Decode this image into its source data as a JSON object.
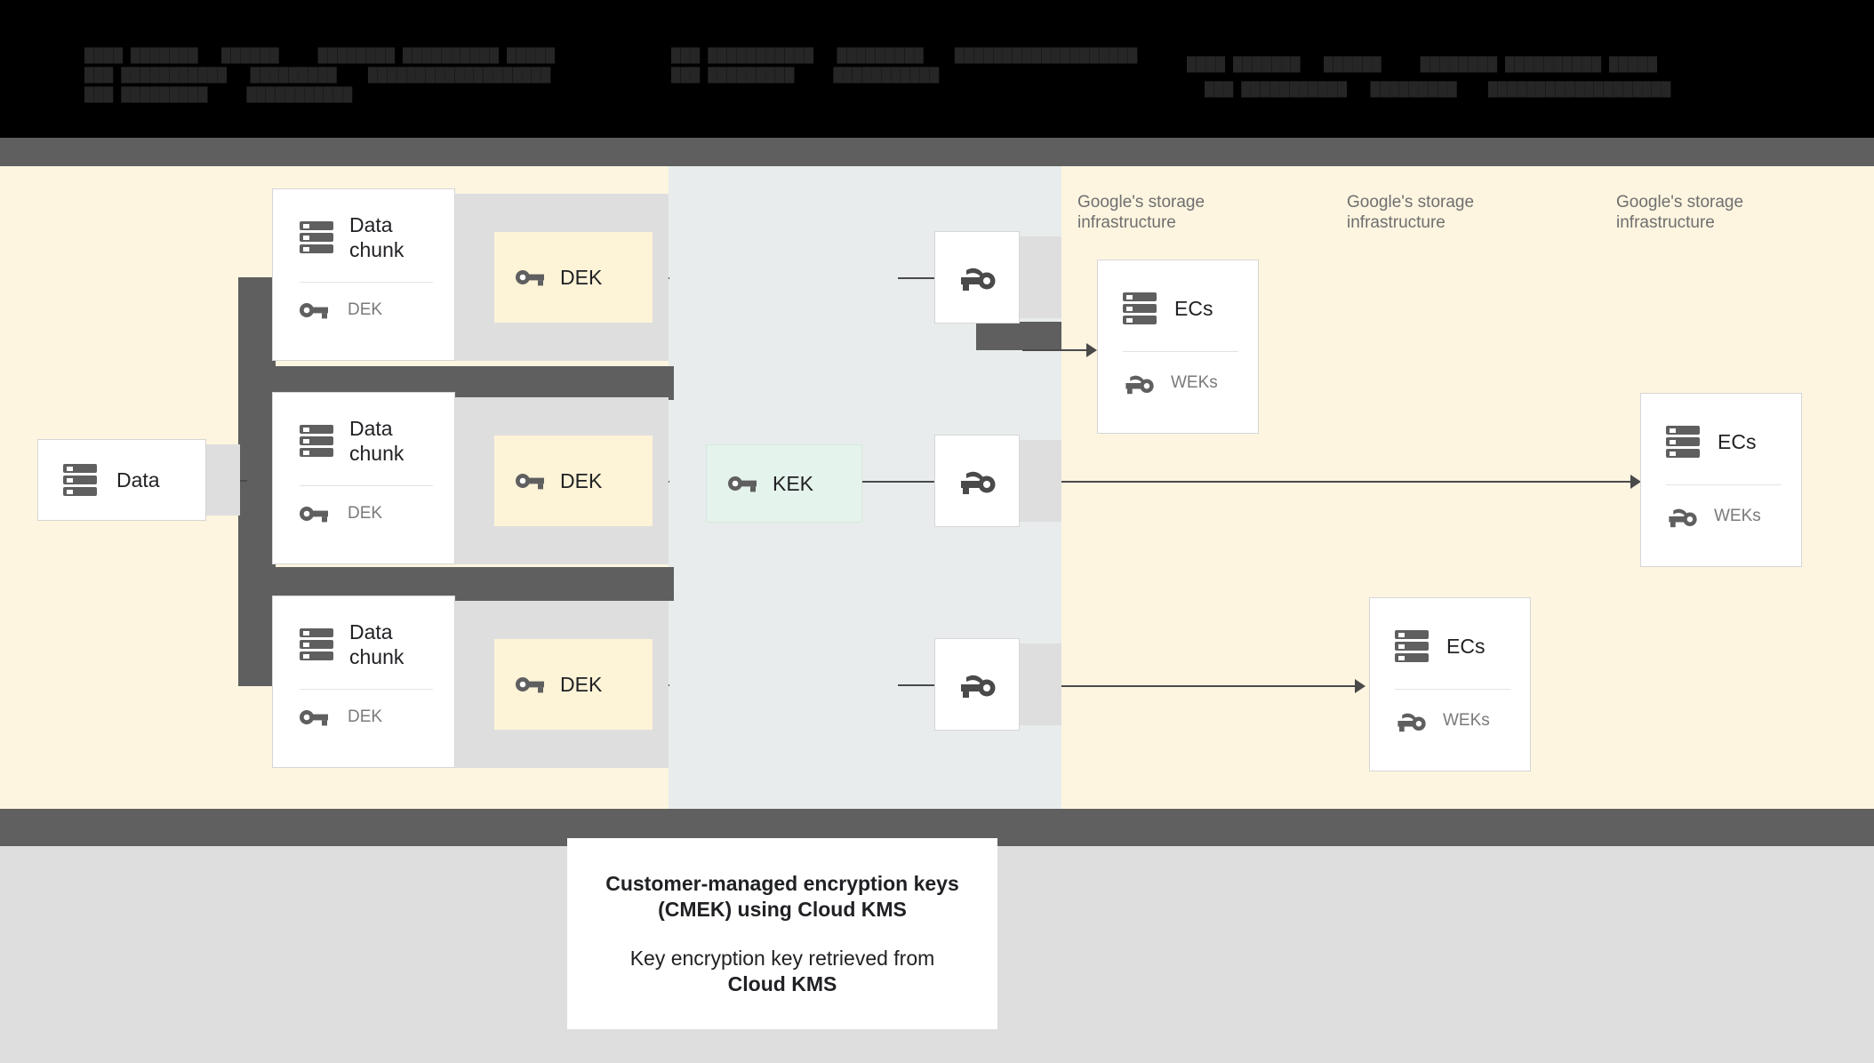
{
  "page": {
    "title": "Customer-managed encryption keys (CMEK) using Cloud KMS — data encryption flow diagram"
  },
  "header": {
    "obscured": true,
    "note": "top banner text rendered near-black on black, illegible",
    "lines": [
      "████  ███████      ██████          ████████  ██████████  █████",
      "███  ███████████      █████████        ███████████████████",
      "███  █████████          ███████████"
    ]
  },
  "zones": {
    "customer_label": "",
    "storage_labels": [
      "Google's storage\ninfrastructure",
      "Google's storage\ninfrastructure",
      "Google's storage\ninfrastructure"
    ]
  },
  "nodes": {
    "data": {
      "label": "Data",
      "icon": "storage-icon"
    },
    "chunks": [
      {
        "title": "Data\nchunk",
        "key_label": "DEK",
        "icon": "storage-icon",
        "key_icon": "vpn-key-icon"
      },
      {
        "title": "Data\nchunk",
        "key_label": "DEK",
        "icon": "storage-icon",
        "key_icon": "vpn-key-icon"
      },
      {
        "title": "Data\nchunk",
        "key_label": "DEK",
        "icon": "storage-icon",
        "key_icon": "vpn-key-icon"
      }
    ],
    "deks": [
      {
        "label": "DEK",
        "icon": "vpn-key-icon"
      },
      {
        "label": "DEK",
        "icon": "vpn-key-icon"
      },
      {
        "label": "DEK",
        "icon": "vpn-key-icon"
      }
    ],
    "kek": {
      "label": "KEK",
      "icon": "vpn-key-icon"
    },
    "wrapped_keys": [
      {
        "label": "",
        "icon": "vpn-key-flipped-icon"
      },
      {
        "label": "",
        "icon": "vpn-key-flipped-icon"
      },
      {
        "label": "",
        "icon": "vpn-key-flipped-icon"
      }
    ],
    "ecs": [
      {
        "title": "ECs",
        "key_label": "WEKs",
        "icon": "storage-icon",
        "key_icon": "vpn-key-flipped-icon"
      },
      {
        "title": "ECs",
        "key_label": "WEKs",
        "icon": "storage-icon",
        "key_icon": "vpn-key-flipped-icon"
      },
      {
        "title": "ECs",
        "key_label": "WEKs",
        "icon": "storage-icon",
        "key_icon": "vpn-key-flipped-icon"
      }
    ]
  },
  "caption": {
    "line1": "Customer-managed encryption keys",
    "line2": "(CMEK) using Cloud KMS",
    "line3": "Key encryption key retrieved from",
    "line4": "Cloud KMS"
  },
  "colors": {
    "cream": "#fdf5e0",
    "chip_cream": "#fdf3d7",
    "bluegray": "#e8ecec",
    "kek_green": "#e4f3ec",
    "dark_gray": "#5f5f5f",
    "light_gray": "#dedede",
    "text_dark": "#202124",
    "text_muted": "#7a7a7a",
    "connector": "#4a4a4a"
  }
}
